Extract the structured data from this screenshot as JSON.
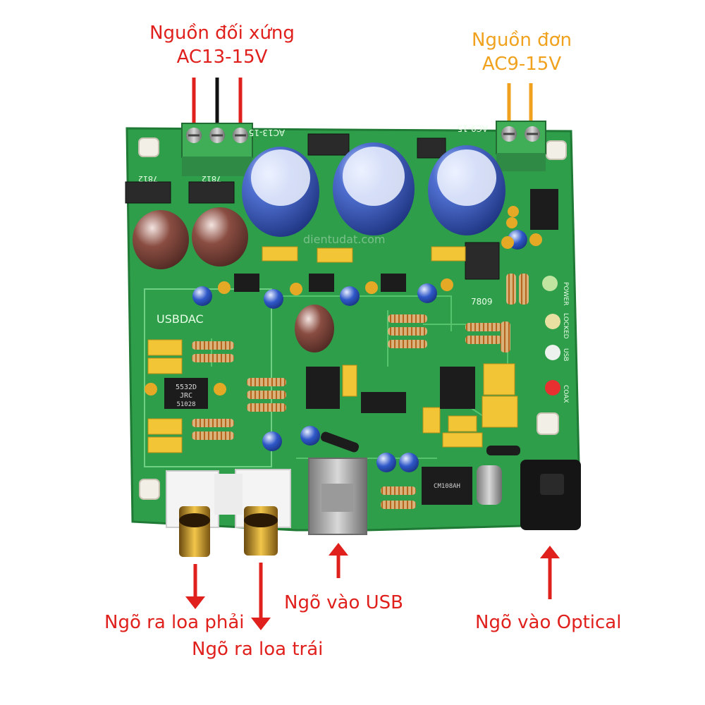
{
  "annotations": {
    "sym_power": {
      "line1": "Nguồn đối xứng",
      "line2": "AC13-15V",
      "color": "#e0201c"
    },
    "single_power": {
      "line1": "Nguồn đơn",
      "line2": "AC9-15V",
      "color": "#f0a21e"
    },
    "right_out": "Ngõ ra loa phải",
    "left_out": "Ngõ ra loa trái",
    "usb_in": "Ngõ vào USB",
    "optical_in": "Ngõ vào Optical"
  },
  "board": {
    "silk_top_left": "AC13-15",
    "silk_top_right": "AC9-15",
    "silk_usbdac": "USBDAC",
    "silk_7809": "7809",
    "silk_7812a": "7812",
    "silk_7812b": "7812",
    "opamp_lines": [
      "5532D",
      "JRC",
      "51028"
    ],
    "chip_lines": [
      "CM108AH"
    ],
    "watermark": "dientudat.com",
    "led_labels": [
      "POWER",
      "LOCKED",
      "USB",
      "COAX"
    ],
    "colors": {
      "pcb": "#2f9e4a",
      "pcb_dark": "#1f7a35",
      "terminal": "#3fae56",
      "cap_blue": "#2b4aa8",
      "annotation_red": "#e0201c",
      "annotation_orange": "#f0a21e"
    }
  }
}
